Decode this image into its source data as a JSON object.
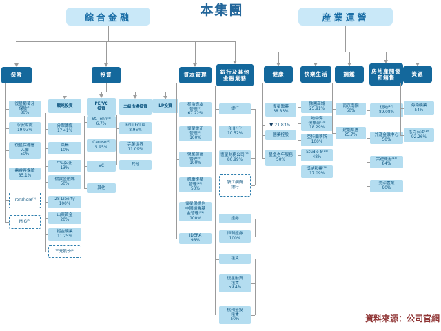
{
  "title": "本集團",
  "source_note": "資料來源：公司官網",
  "branches": [
    {
      "label": "綜合金融"
    },
    {
      "label": "産業運營"
    }
  ],
  "categories": {
    "insurance": "保險",
    "investment": "投資",
    "capital": "資本管理",
    "banking": "銀行及其他\n金融業務",
    "health": "健康",
    "happy": "快樂生活",
    "steel": "鋼鐵",
    "property": "房地産開發\n和銷售",
    "resources": "資源"
  },
  "subheaders": {
    "strategic": "戰略投資",
    "pevc": "PE/VC\n投資",
    "secondary": "二級市場投資",
    "lp": "LP投資"
  },
  "columns": {
    "insurance": [
      {
        "label": "復星葡萄牙\n保險⁽¹⁾",
        "pct": "80%"
      },
      {
        "label": "永安財險",
        "pct": "19.93%"
      },
      {
        "label": "復星保德信\n人壽",
        "pct": "50%"
      },
      {
        "label": "鼎睿再保險",
        "pct": "85.1%"
      },
      {
        "label": "Ironshore⁽²⁾",
        "dashed": true
      },
      {
        "label": "MIG⁽³⁾",
        "dashed": true
      }
    ],
    "strategic": [
      {
        "label": "分眾傳媒",
        "pct": "17.41%"
      },
      {
        "label": "菜鳥",
        "pct": "10%"
      },
      {
        "label": "中山公用",
        "pct": "13%"
      },
      {
        "label": "倫敦金融城",
        "pct": "50%"
      },
      {
        "label": "28 Liberty",
        "pct": "100%"
      },
      {
        "label": "山東黃金",
        "pct": "20%"
      },
      {
        "label": "招金礦業",
        "pct": "11.25%"
      },
      {
        "label": "三元股份⁽⁴⁾",
        "dashed": true
      }
    ],
    "pevc": [
      {
        "label": "St. John⁽⁵⁾",
        "pct": "6.7%"
      },
      {
        "label": "Caruso⁽⁶⁾",
        "pct": "5.95%"
      },
      {
        "label": "VC"
      },
      {
        "label": "其他"
      }
    ],
    "secondary": [
      {
        "label": "Folli Follie",
        "pct": "8.96%"
      },
      {
        "label": "完美世界",
        "pct": "11.09%"
      },
      {
        "label": "其他"
      }
    ],
    "lp": [],
    "capital": [
      {
        "label": "星浩資本\n管理⁽⁷⁾",
        "pct": "67.22%"
      },
      {
        "label": "復星銳正\n管理⁽⁸⁾",
        "pct": "100%"
      },
      {
        "label": "復星創富\n管理⁽⁹⁾",
        "pct": "100%"
      },
      {
        "label": "凱雷復星\n管理⁽¹⁰⁾",
        "pct": "50%"
      },
      {
        "label": "復星保德信\n中國機會基\n金管理⁽¹¹⁾",
        "pct": "100%"
      },
      {
        "label": "IDERA",
        "pct": "98%"
      }
    ],
    "banking": [
      {
        "label": "銀行"
      },
      {
        "label": "RHJI⁽¹²⁾",
        "pct": "10.52%"
      },
      {
        "label": "復星財務公司⁽¹³⁾",
        "pct": "80.99%"
      },
      {
        "label": "浙江網商\n銀行",
        "dashed": true
      },
      {
        "label": "證券"
      },
      {
        "label": "恒利證券",
        "pct": "100%"
      },
      {
        "label": "租賃"
      },
      {
        "label": "復星融資\n租賃",
        "pct": "59.4%"
      },
      {
        "label": "杭州金投\n租賃",
        "pct": "50%"
      }
    ],
    "health": [
      {
        "label": "復星醫藥",
        "pct": "38.83%"
      },
      {
        "logo": true,
        "pct": "21.83%"
      },
      {
        "label": "國藥控股"
      },
      {
        "label": "星堡老年服務",
        "pct": "50%"
      }
    ],
    "happy": [
      {
        "label": "豫園商城",
        "pct": "25.91%"
      },
      {
        "label": "地中海\n俱樂部⁽¹⁴⁾",
        "pct": "18.29%"
      },
      {
        "label": "亞特蘭蒂斯",
        "pct": "100%"
      },
      {
        "label": "Studio 8⁽¹⁵⁾",
        "pct": "48%"
      },
      {
        "label": "博納影業⁽¹⁶⁾",
        "pct": "17.09%"
      }
    ],
    "steel": [
      {
        "label": "南京南鋼",
        "pct": "60%"
      },
      {
        "label": "建龍集團",
        "pct": "25.7%"
      }
    ],
    "property": [
      {
        "label": "復地⁽¹⁷⁾",
        "pct": "89.08%"
      },
      {
        "label": "外灘金融中心",
        "pct": "50%"
      },
      {
        "label": "大連東港⁽¹⁸⁾",
        "pct": "84%"
      },
      {
        "label": "莞深置業",
        "pct": "90%"
      }
    ],
    "resources": [
      {
        "label": "海南礦業",
        "pct": "54%"
      },
      {
        "label": "洛克石油⁽¹⁹⁾",
        "pct": "92.26%"
      }
    ]
  },
  "colors": {
    "branch_bg": "#c9e8f8",
    "category_bg": "#14689c",
    "node_bg": "#b4ddf0",
    "node_text": "#0f5680",
    "line": "#9b9b9b",
    "title_text": "#24679b",
    "source_text": "#8f3333"
  }
}
